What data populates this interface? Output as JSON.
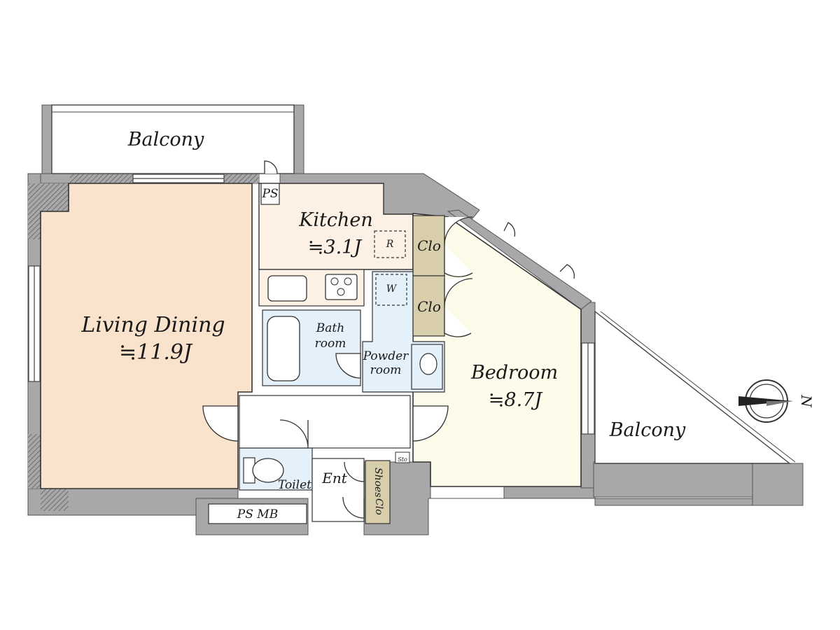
{
  "rooms": {
    "balcony_top": "Balcony",
    "balcony_right": "Balcony",
    "living": {
      "name": "Living Dining",
      "area": "≒11.9J"
    },
    "kitchen": {
      "name": "Kitchen",
      "area": "≒3.1J"
    },
    "bedroom": {
      "name": "Bedroom",
      "area": "≒8.7J"
    },
    "bath": {
      "line1": "Bath",
      "line2": "room"
    },
    "powder": {
      "line1": "Powder",
      "line2": "room"
    },
    "toilet": "Toilet",
    "entrance": "Ent",
    "closet_upper": "Clo",
    "closet_lower": "Clo",
    "shoes": "Shoes",
    "shoes_clo": "Clo",
    "storage": "Sto",
    "ps_top": "PS",
    "ps_mb": "PS MB",
    "refrigerator": "R",
    "washer": "W"
  },
  "compass": {
    "north": "N"
  },
  "colors": {
    "wall": "#a8a8aa",
    "living_floor": "#f9e3cc",
    "kitchen_floor": "#fcf1e4",
    "bedroom_floor": "#fdfbe9",
    "wet_area": "#e4f1fb",
    "closet": "#d8ceac",
    "outline": "#333333"
  }
}
